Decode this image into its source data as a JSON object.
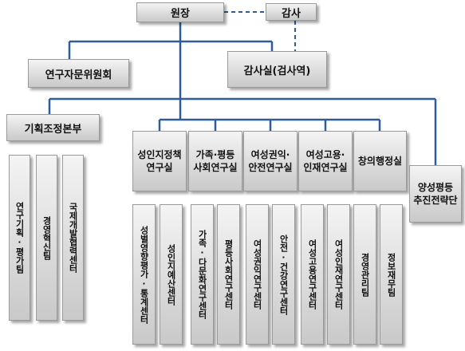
{
  "chart_data": {
    "type": "diagram",
    "top": {
      "director": "원장",
      "auditor": "감사"
    },
    "second": {
      "advisory": "연구자문위원회",
      "audit_office": "감사실(검사역)"
    },
    "planning": {
      "title": "기획조정본부",
      "teams": [
        "연구기획·평가팀",
        "경영혁신팀",
        "국제개발협력센터"
      ]
    },
    "divisions": [
      {
        "title": "성인지정책\n연구실",
        "teams": [
          "성별영향평가·통계센터",
          "성인지예산센터"
        ]
      },
      {
        "title": "가족·평등\n사회연구실",
        "teams": [
          "가족·다문화연구센터",
          "평등사회연구센터"
        ]
      },
      {
        "title": "여성권익·\n안전연구실",
        "teams": [
          "여성권익연구센터",
          "안전·건강연구센터"
        ]
      },
      {
        "title": "여성고용·\n인재연구실",
        "teams": [
          "여성고용연구센터",
          "여성인재연구센터"
        ]
      },
      {
        "title": "창의행정실",
        "teams": [
          "경영관리팀",
          "정보재무팀"
        ]
      }
    ],
    "strategy": "양성평등\n추진전략단"
  }
}
